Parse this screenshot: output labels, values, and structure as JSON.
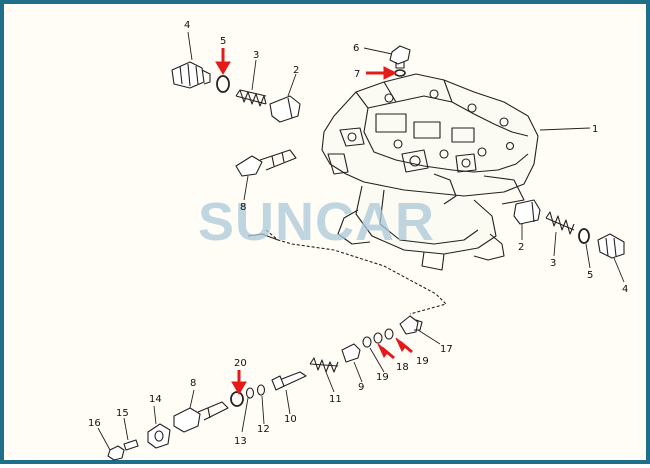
{
  "watermark": "SUNCAR",
  "callouts": [
    {
      "id": "c4a",
      "label": "4"
    },
    {
      "id": "c5a",
      "label": "5"
    },
    {
      "id": "c3a",
      "label": "3"
    },
    {
      "id": "c2a",
      "label": "2"
    },
    {
      "id": "c6",
      "label": "6"
    },
    {
      "id": "c7",
      "label": "7"
    },
    {
      "id": "c1",
      "label": "1"
    },
    {
      "id": "c8a",
      "label": "8"
    },
    {
      "id": "c2b",
      "label": "2"
    },
    {
      "id": "c3b",
      "label": "3"
    },
    {
      "id": "c5b",
      "label": "5"
    },
    {
      "id": "c4b",
      "label": "4"
    },
    {
      "id": "c17",
      "label": "17"
    },
    {
      "id": "c19a",
      "label": "19"
    },
    {
      "id": "c18",
      "label": "18"
    },
    {
      "id": "c19b",
      "label": "19"
    },
    {
      "id": "c9",
      "label": "9"
    },
    {
      "id": "c11",
      "label": "11"
    },
    {
      "id": "c10",
      "label": "10"
    },
    {
      "id": "c12",
      "label": "12"
    },
    {
      "id": "c13",
      "label": "13"
    },
    {
      "id": "c20",
      "label": "20"
    },
    {
      "id": "c8b",
      "label": "8"
    },
    {
      "id": "c14",
      "label": "14"
    },
    {
      "id": "c15",
      "label": "15"
    },
    {
      "id": "c16",
      "label": "16"
    }
  ],
  "colors": {
    "line": "#222222",
    "highlight": "#e31b1b",
    "border": "#1f6f8b",
    "watermark": "#a9c8d8"
  }
}
